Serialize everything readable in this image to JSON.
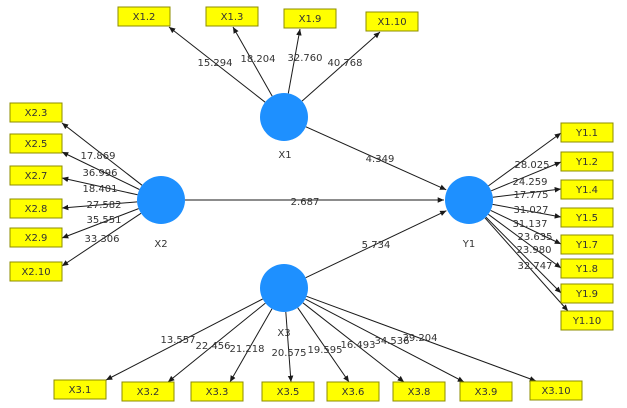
{
  "colors": {
    "latent_fill": "#1e90ff",
    "indicator_fill": "#ffff00",
    "line": "#1a1a1a"
  },
  "latents": [
    {
      "id": "X1",
      "label": "X1"
    },
    {
      "id": "X2",
      "label": "X2"
    },
    {
      "id": "X3",
      "label": "X3"
    },
    {
      "id": "Y1",
      "label": "Y1"
    }
  ],
  "paths": [
    {
      "from": "X1",
      "to": "Y1",
      "value": "4.349"
    },
    {
      "from": "X2",
      "to": "Y1",
      "value": "2.687"
    },
    {
      "from": "X3",
      "to": "Y1",
      "value": "5.734"
    }
  ],
  "indicators": [
    {
      "latent": "X1",
      "label": "X1.2",
      "loading": "15.294"
    },
    {
      "latent": "X1",
      "label": "X1.3",
      "loading": "18.204"
    },
    {
      "latent": "X1",
      "label": "X1.9",
      "loading": "32.760"
    },
    {
      "latent": "X1",
      "label": "X1.10",
      "loading": "40.768"
    },
    {
      "latent": "X2",
      "label": "X2.3",
      "loading": "17.869"
    },
    {
      "latent": "X2",
      "label": "X2.5",
      "loading": "36.996"
    },
    {
      "latent": "X2",
      "label": "X2.7",
      "loading": "18.401"
    },
    {
      "latent": "X2",
      "label": "X2.8",
      "loading": "27.582"
    },
    {
      "latent": "X2",
      "label": "X2.9",
      "loading": "35.551"
    },
    {
      "latent": "X2",
      "label": "X2.10",
      "loading": "33.306"
    },
    {
      "latent": "X3",
      "label": "X3.1",
      "loading": "13.557"
    },
    {
      "latent": "X3",
      "label": "X3.2",
      "loading": "22.456"
    },
    {
      "latent": "X3",
      "label": "X3.3",
      "loading": "21.218"
    },
    {
      "latent": "X3",
      "label": "X3.5",
      "loading": "20.575"
    },
    {
      "latent": "X3",
      "label": "X3.6",
      "loading": "19.595"
    },
    {
      "latent": "X3",
      "label": "X3.8",
      "loading": "16.493"
    },
    {
      "latent": "X3",
      "label": "X3.9",
      "loading": "34.536"
    },
    {
      "latent": "X3",
      "label": "X3.10",
      "loading": "39.204"
    },
    {
      "latent": "Y1",
      "label": "Y1.1",
      "loading": "28.025"
    },
    {
      "latent": "Y1",
      "label": "Y1.2",
      "loading": "24.259"
    },
    {
      "latent": "Y1",
      "label": "Y1.4",
      "loading": "17.775"
    },
    {
      "latent": "Y1",
      "label": "Y1.5",
      "loading": "31.027"
    },
    {
      "latent": "Y1",
      "label": "Y1.7",
      "loading": "31.137"
    },
    {
      "latent": "Y1",
      "label": "Y1.8",
      "loading": "23.635"
    },
    {
      "latent": "Y1",
      "label": "Y1.9",
      "loading": "23.980"
    },
    {
      "latent": "Y1",
      "label": "Y1.10",
      "loading": "32.747"
    }
  ]
}
